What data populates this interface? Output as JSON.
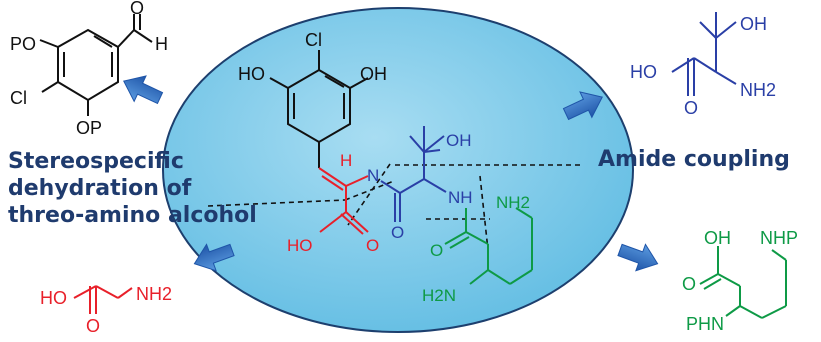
{
  "labels": {
    "retro_line1": "Stereospecific",
    "retro_line2": "dehydration of",
    "retro_line3": "threo-amino alcohol",
    "coupling": "Amide coupling"
  },
  "core_atoms": {
    "cl": "Cl",
    "ho_left": "HO",
    "oh_right": "OH",
    "oh_top": "OH",
    "nh_red": "H",
    "n_red": "N",
    "nh_blue": "NH",
    "o_blue": "O",
    "ho_red": "HO",
    "o_red": "O",
    "o_green": "O",
    "nh2_green": "NH2",
    "h2n_green": "H2N"
  },
  "fragment_aldehyde": {
    "po": "PO",
    "cl": "Cl",
    "op": "OP",
    "o": "O",
    "h": "H"
  },
  "fragment_threonine": {
    "oh": "OH",
    "ho": "HO",
    "nh2": "NH2",
    "o": "O"
  },
  "fragment_glycine": {
    "ho": "HO",
    "nh2": "NH2",
    "o": "O"
  },
  "fragment_lysine": {
    "oh": "OH",
    "nhp": "NHP",
    "o": "O",
    "phn": "PHN"
  },
  "colors": {
    "ellipse_fill": "#7fcbea",
    "ellipse_stroke": "#1d3f6e",
    "arrow": "#2e6fc0",
    "label": "#1f3b6e",
    "red": "#e8202a",
    "blue": "#2a3fa6",
    "green": "#0e9a46",
    "black": "#111111"
  }
}
